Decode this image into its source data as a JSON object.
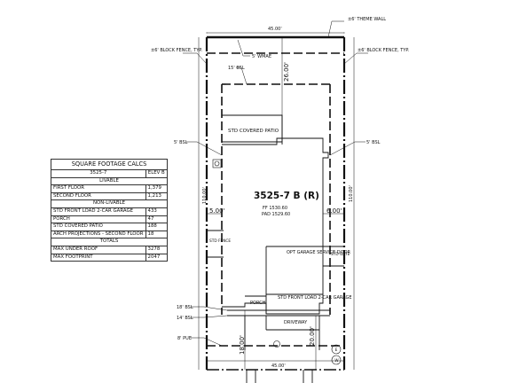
{
  "plan": {
    "title": "3525-7 B (R)",
    "ff": "FF 1530.60",
    "pad": "PAD 1529.60"
  },
  "notes": {
    "theme_wall": "±6' THEME WALL",
    "block_fence_left": "±6' BLOCK FENCE, TYP.",
    "block_fence_right": "±6' BLOCK FENCE, TYP.",
    "wmae": "5' WMAE",
    "bsl_15": "15' BSL",
    "bsl_5_left": "5' BSL",
    "bsl_5_right": "5' BSL",
    "bsl_18": "18' BSL",
    "bsl_14": "14' BSL",
    "pue_8": "8' PUE"
  },
  "dimensions": {
    "top_width": "45.00'",
    "bottom_width": "45.00'",
    "rear_setback": "26.00'",
    "left_depth": "110.00'",
    "right_depth": "110.00'",
    "left_side": "5.00'",
    "right_side": "6.00'",
    "front_left": "18.00'",
    "front_right": "20.00'"
  },
  "rooms": {
    "covered_patio": "STD COVERED PATIO",
    "opt_garage_door": "OPT GARAGE SERVICE DOOR",
    "std_fence": "STD FENCE",
    "std_gate": "STD GATE",
    "porch": "PORCH",
    "garage": "STD FRONT LOAD 2-CAR GARAGE",
    "driveway": "DRIVEWAY"
  },
  "symbols": {
    "electric": "E",
    "water": "W"
  },
  "square_footage": {
    "title": "SQUARE FOOTAGE CALCS",
    "plan_code": "3525-7",
    "elevation": "ELEV B",
    "sections": [
      {
        "header": "LIVABLE",
        "rows": [
          {
            "label": "FIRST FLOOR",
            "value": "1,379"
          },
          {
            "label": "SECOND FLOOR",
            "value": "1,213"
          }
        ]
      },
      {
        "header": "NON-LIVABLE",
        "rows": [
          {
            "label": "STD FRONT LOAD 2-CAR GARAGE",
            "value": "433"
          },
          {
            "label": "PORCH",
            "value": "47"
          },
          {
            "label": "STD COVERED PATIO",
            "value": "188"
          },
          {
            "label": "ARCH PROJECTIONS - SECOND FLOOR",
            "value": "18"
          }
        ]
      },
      {
        "header": "TOTALS",
        "rows": [
          {
            "label": "MAX UNDER ROOF",
            "value": "3278"
          },
          {
            "label": "MAX FOOTPRINT",
            "value": "2047"
          }
        ]
      }
    ]
  }
}
